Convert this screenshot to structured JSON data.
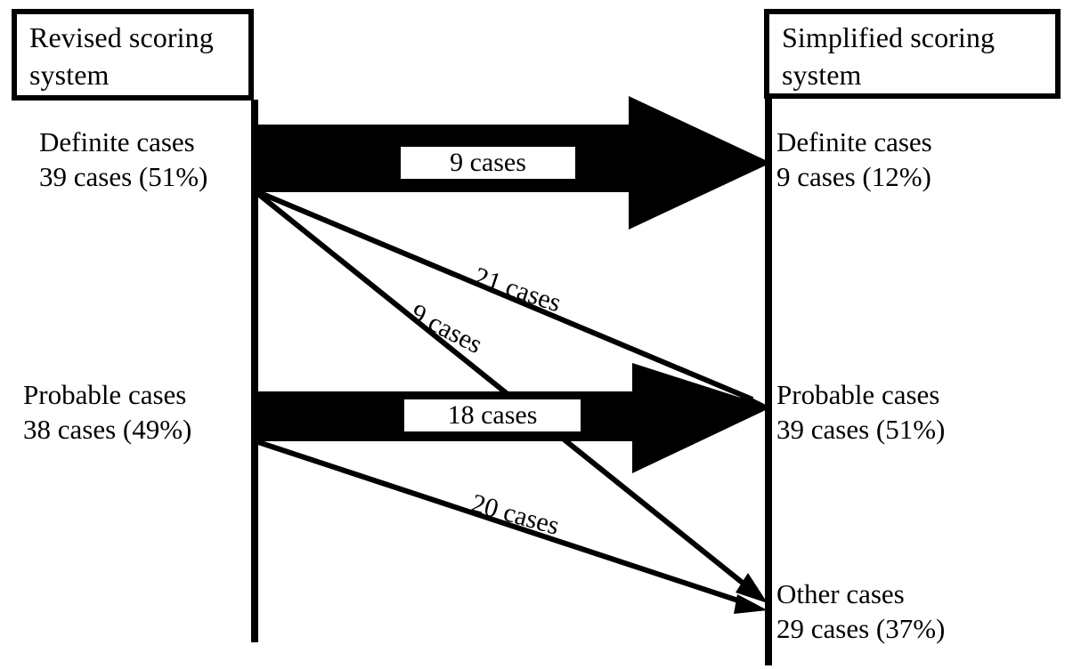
{
  "diagram": {
    "type": "sankey-flow",
    "title_left": "Revised scoring system",
    "title_right": "Simplified scoring system",
    "left_column": {
      "header": {
        "line1": "Revised scoring",
        "line2": "system"
      },
      "nodes": [
        {
          "id": "definite-left",
          "name": "Definite cases",
          "count": "39 cases (51%)",
          "cases": 39,
          "percent": 51
        },
        {
          "id": "probable-left",
          "name": "Probable cases",
          "count": "38 cases (49%)",
          "cases": 38,
          "percent": 49
        }
      ]
    },
    "right_column": {
      "header": {
        "line1": "Simplified scoring",
        "line2": "system"
      },
      "nodes": [
        {
          "id": "definite-right",
          "name": "Definite cases",
          "count": "9 cases (12%)",
          "cases": 9,
          "percent": 12
        },
        {
          "id": "probable-right",
          "name": "Probable cases",
          "count": "39 cases (51%)",
          "cases": 39,
          "percent": 51
        },
        {
          "id": "other-right",
          "name": "Other cases",
          "count": "29 cases (37%)",
          "cases": 29,
          "percent": 37
        }
      ]
    },
    "flows": [
      {
        "id": "flow-def-def",
        "from": "definite-left",
        "to": "definite-right",
        "label": "9 cases",
        "cases": 9,
        "style": "thick-block-arrow"
      },
      {
        "id": "flow-def-prob",
        "from": "definite-left",
        "to": "probable-right",
        "label": "21 cases",
        "cases": 21,
        "style": "thin-line-arrow"
      },
      {
        "id": "flow-def-other",
        "from": "definite-left",
        "to": "other-right",
        "label": "9 cases",
        "cases": 9,
        "style": "thin-line-arrow"
      },
      {
        "id": "flow-prob-prob",
        "from": "probable-left",
        "to": "probable-right",
        "label": "18 cases",
        "cases": 18,
        "style": "thick-block-arrow"
      },
      {
        "id": "flow-prob-other",
        "from": "probable-left",
        "to": "other-right",
        "label": "20 cases",
        "cases": 20,
        "style": "thin-line-arrow"
      }
    ],
    "colors": {
      "stroke": "#000000",
      "fill": "#000000",
      "background": "#ffffff"
    }
  }
}
